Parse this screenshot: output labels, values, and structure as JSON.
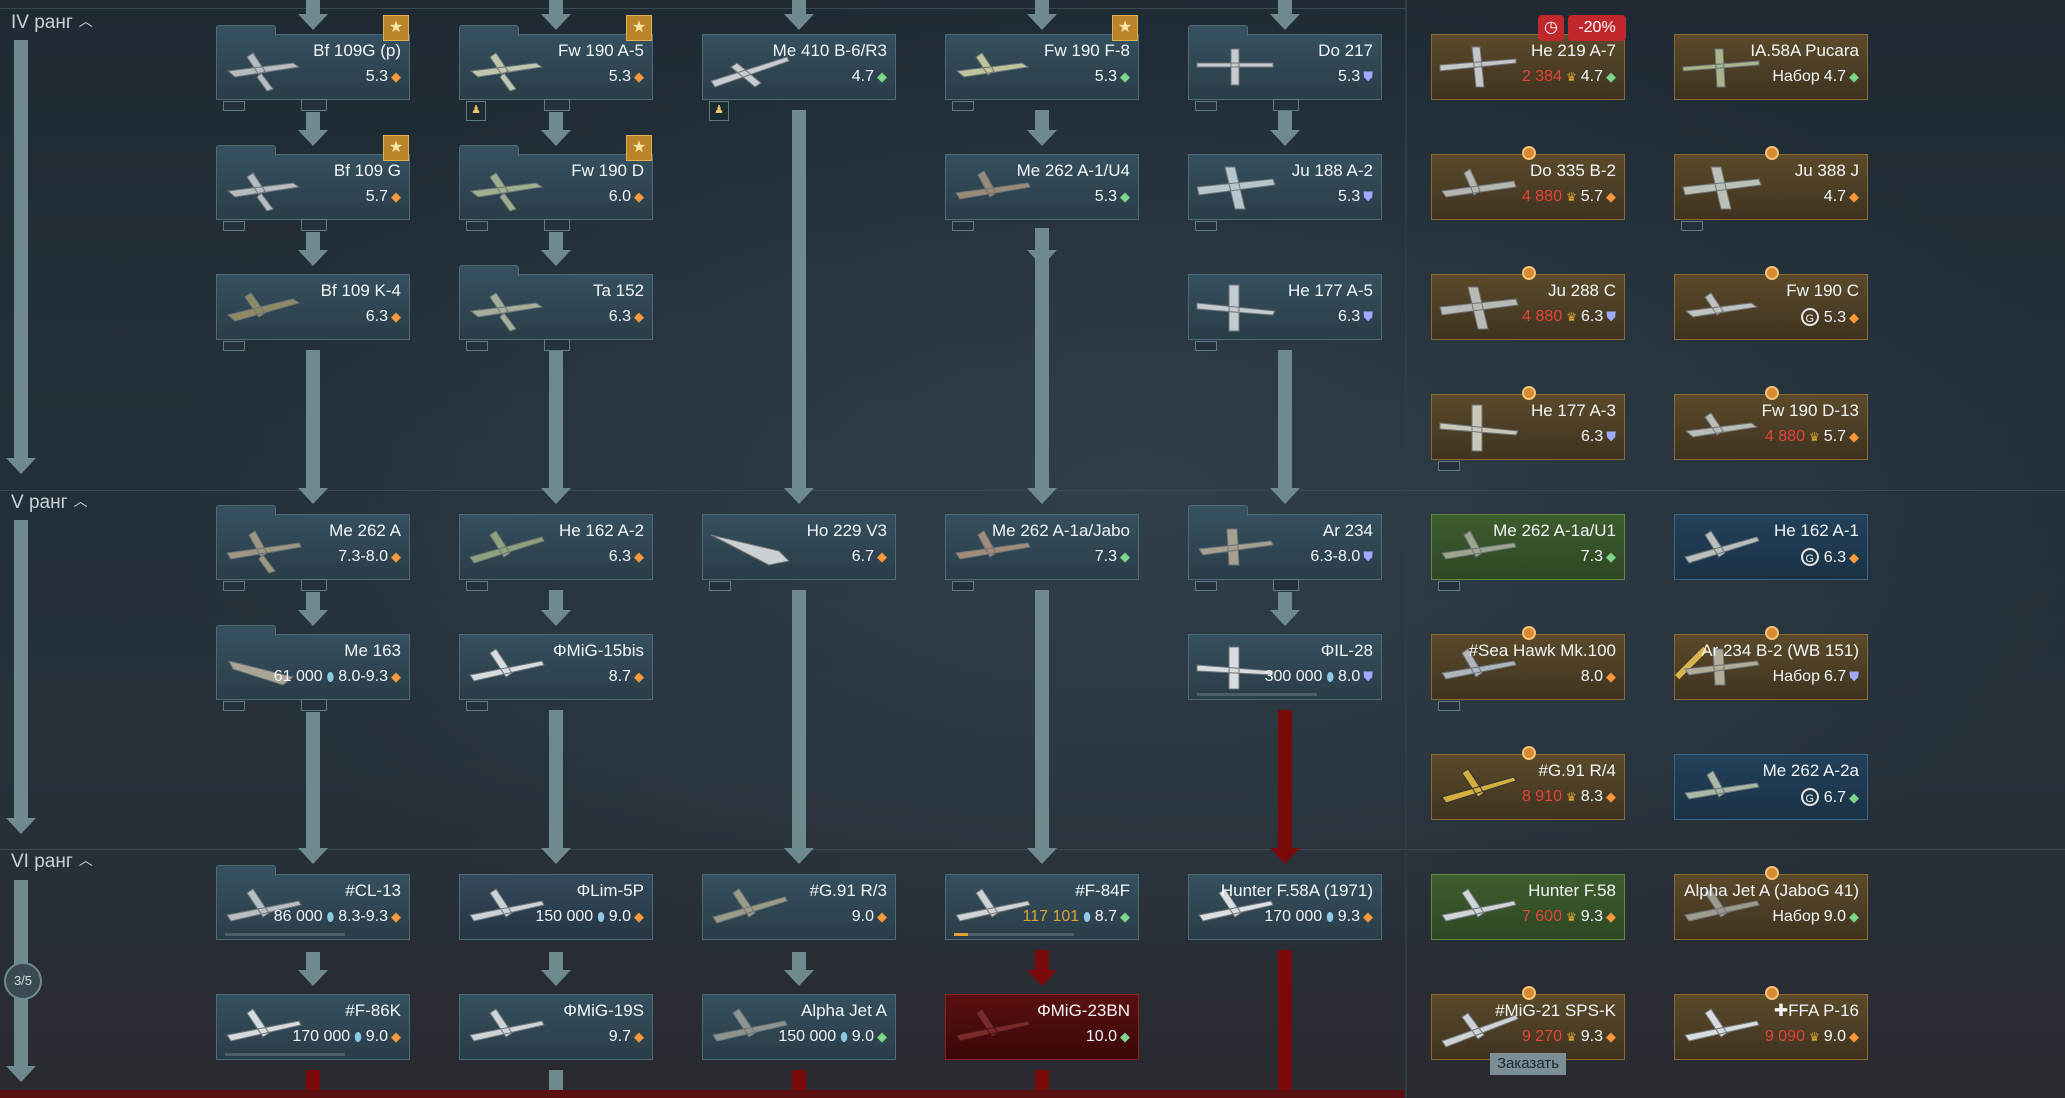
{
  "ranks": [
    {
      "label": "IV ранг",
      "chevron": "chevron-up-icon"
    },
    {
      "label": "V ранг",
      "chevron": "chevron-up-icon"
    },
    {
      "label": "VI ранг",
      "chevron": "chevron-up-icon"
    }
  ],
  "progress_badge": "3/5",
  "order_button": "Заказать",
  "discount_badge": "-20%",
  "colors": {
    "line": "#6e8a8f",
    "locked_line": "#7a0a0a",
    "premium": "#5b4a2a",
    "squadron": "#22415a",
    "event": "#3e5d2e"
  },
  "vehicles": {
    "bf109gp": {
      "name": "Bf 109G (p)",
      "br": "5.3"
    },
    "fw190a5": {
      "name": "Fw 190 A-5",
      "br": "5.3"
    },
    "me410": {
      "name": "Me 410 B-6/R3",
      "br": "4.7"
    },
    "fw190f8": {
      "name": "Fw 190 F-8",
      "br": "5.3"
    },
    "do217": {
      "name": "Do 217",
      "br": "5.3"
    },
    "he219": {
      "name": "He 219 A-7",
      "cost": "2 384",
      "br": "4.7"
    },
    "ia58": {
      "name": "IA.58A Pucara",
      "cost": "Набор",
      "br": "4.7"
    },
    "bf109g": {
      "name": "Bf 109 G",
      "br": "5.7"
    },
    "fw190d": {
      "name": "Fw 190 D",
      "br": "6.0"
    },
    "me262a1u4": {
      "name": "Me 262 A-1/U4",
      "br": "5.3"
    },
    "ju188": {
      "name": "Ju 188 A-2",
      "br": "5.3"
    },
    "do335": {
      "name": "Do 335 B-2",
      "cost": "4 880",
      "br": "5.7"
    },
    "ju388": {
      "name": "Ju 388 J",
      "br": "4.7"
    },
    "bf109k4": {
      "name": "Bf 109 K-4",
      "br": "6.3"
    },
    "ta152": {
      "name": "Ta 152",
      "br": "6.3"
    },
    "he177a5": {
      "name": "He 177 A-5",
      "br": "6.3"
    },
    "ju288": {
      "name": "Ju 288 C",
      "cost": "4 880",
      "br": "6.3"
    },
    "fw190c": {
      "name": "Fw 190 C",
      "br": "5.3"
    },
    "he177a3": {
      "name": "He 177 A-3",
      "br": "6.3"
    },
    "fw190d13": {
      "name": "Fw 190 D-13",
      "cost": "4 880",
      "br": "5.7"
    },
    "me262a": {
      "name": "Me 262 A",
      "br": "7.3-8.0"
    },
    "he162a2": {
      "name": "He 162 A-2",
      "br": "6.3"
    },
    "ho229": {
      "name": "Ho 229 V3",
      "br": "6.7"
    },
    "me262jabo": {
      "name": "Me 262 A-1a/Jabo",
      "br": "7.3"
    },
    "ar234": {
      "name": "Ar 234",
      "br": "6.3-8.0"
    },
    "me262u1": {
      "name": "Me 262 A-1a/U1",
      "br": "7.3"
    },
    "he162a1": {
      "name": "He 162 A-1",
      "br": "6.3"
    },
    "me163": {
      "name": "Me 163",
      "rp": "61 000",
      "br": "8.0-9.3"
    },
    "mig15": {
      "name": "ΦMiG-15bis",
      "br": "8.7"
    },
    "il28": {
      "name": "ΦIL-28",
      "rp": "300 000",
      "br": "8.0"
    },
    "seahawk": {
      "name": "#Sea Hawk Mk.100",
      "br": "8.0"
    },
    "ar234b2": {
      "name": "Ar 234 B-2 (WB 151)",
      "cost": "Набор",
      "br": "6.7"
    },
    "g91r4": {
      "name": "#G.91 R/4",
      "cost": "8 910",
      "br": "8.3"
    },
    "me262a2a": {
      "name": "Me 262 A-2a",
      "br": "6.7"
    },
    "cl13": {
      "name": "#CL-13",
      "rp": "86 000",
      "br": "8.3-9.3"
    },
    "lim5p": {
      "name": "ΦLim-5P",
      "rp": "150 000",
      "br": "9.0"
    },
    "g91r3": {
      "name": "#G.91 R/3",
      "br": "9.0"
    },
    "f84f": {
      "name": "#F-84F",
      "rp": "117 101",
      "br": "8.7"
    },
    "hunter1971": {
      "name": "Hunter F.58A (1971)",
      "rp": "170 000",
      "br": "9.3"
    },
    "hunter": {
      "name": "Hunter F.58",
      "cost": "7 600",
      "br": "9.3"
    },
    "alphajabog": {
      "name": "Alpha Jet A (JaboG 41)",
      "cost": "Набор",
      "br": "9.0"
    },
    "f86k": {
      "name": "#F-86K",
      "rp": "170 000",
      "br": "9.0"
    },
    "mig19": {
      "name": "ΦMiG-19S",
      "br": "9.7"
    },
    "alphajet": {
      "name": "Alpha Jet A",
      "rp": "150 000",
      "br": "9.0"
    },
    "mig23": {
      "name": "ΦMiG-23BN",
      "br": "10.0"
    },
    "mig21": {
      "name": "#MiG-21 SPS-K",
      "cost": "9 270",
      "br": "9.3"
    },
    "ffa": {
      "name": "FFA P-16",
      "cost": "9 090",
      "br": "9.0"
    }
  }
}
